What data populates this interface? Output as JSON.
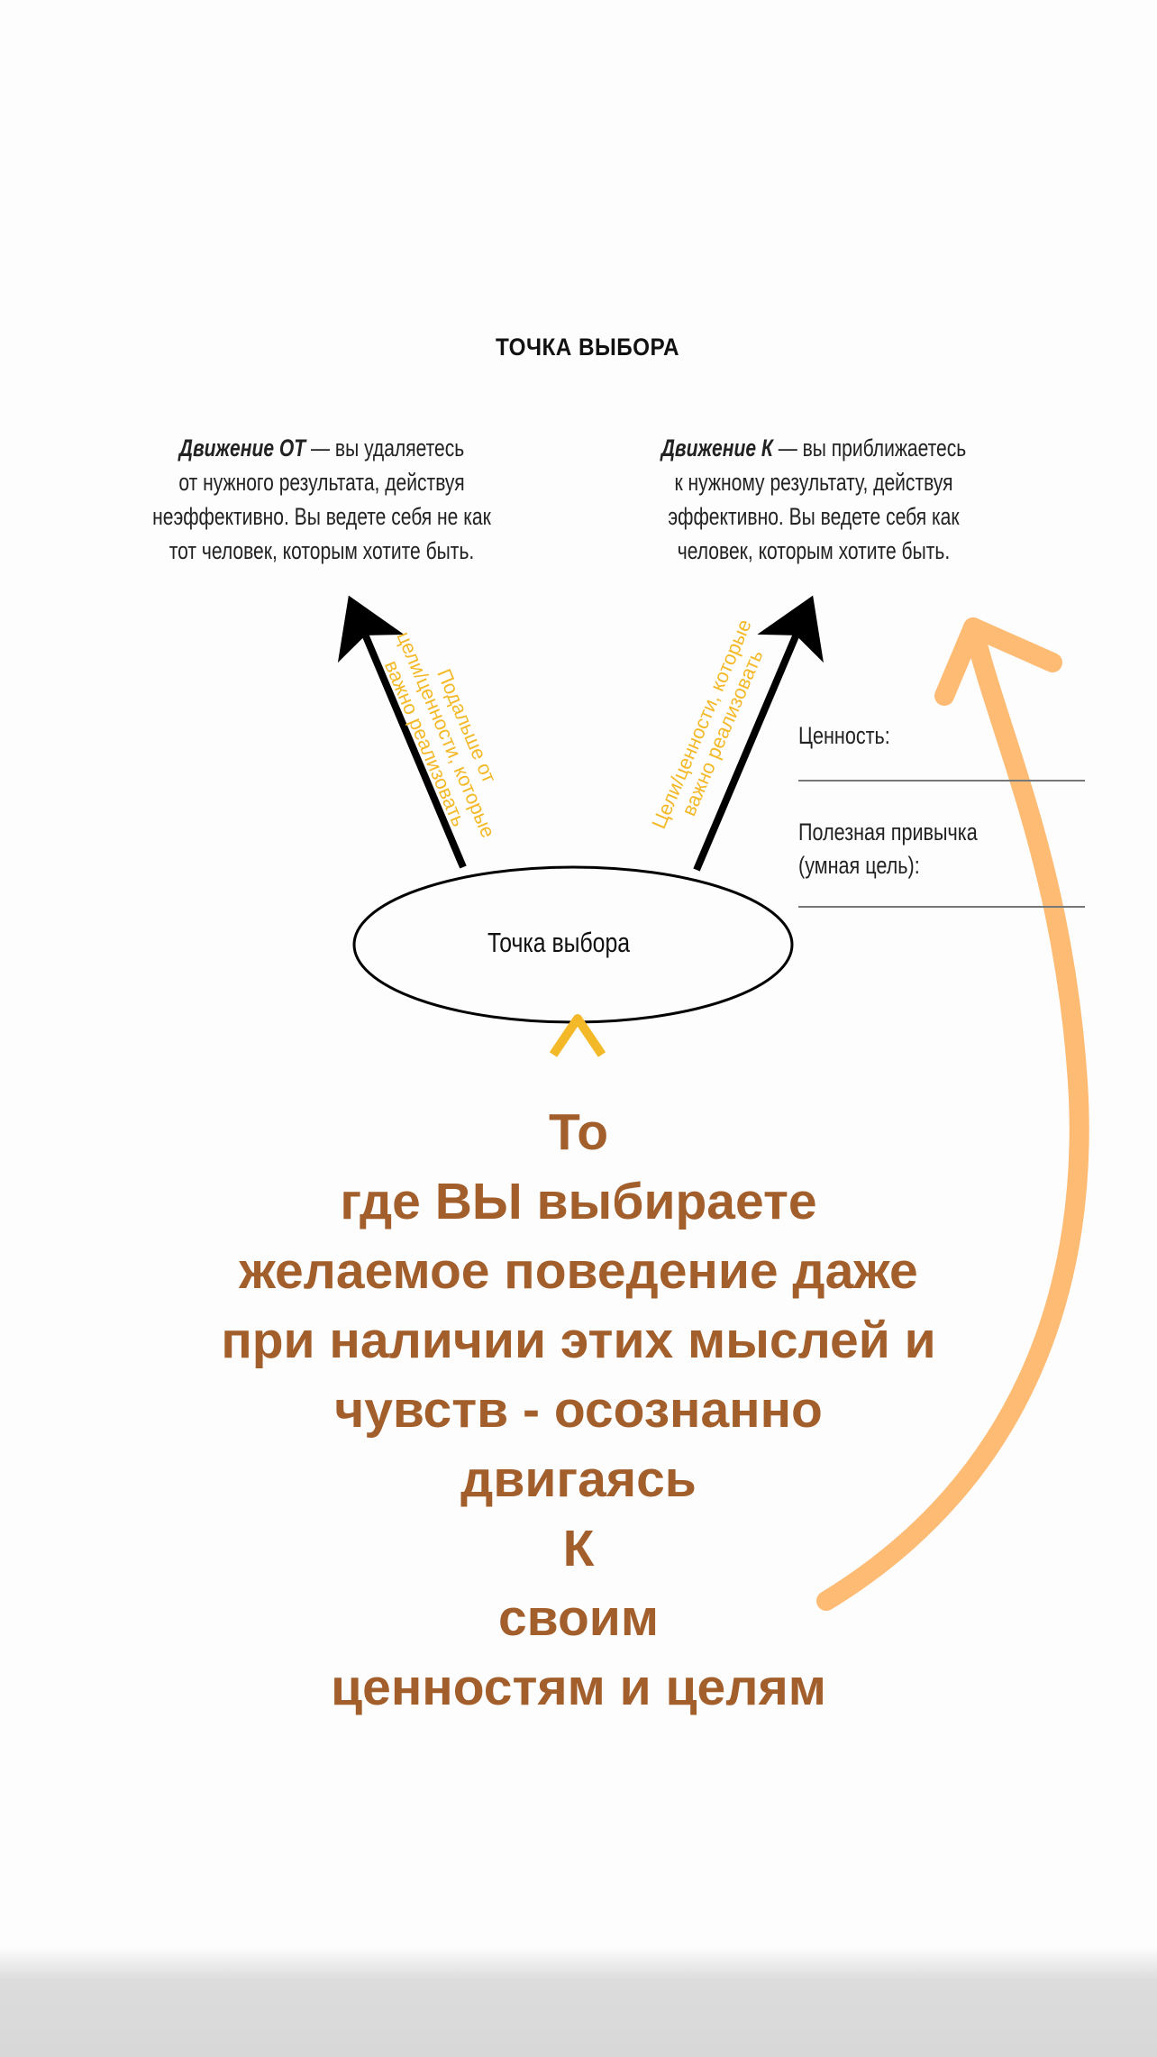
{
  "diagram": {
    "title": "ТОЧКА ВЫБОРА",
    "left_box": {
      "heading": "Движение ОТ",
      "text_lines": [
        "— вы удаляетесь",
        "от нужного результата, действуя",
        "неэффективно. Вы ведете себя не как",
        "тот человек, которым хотите быть."
      ]
    },
    "right_box": {
      "heading": "Движение К",
      "text_lines": [
        "— вы приближаетесь",
        "к нужному результату, действуя",
        "эффективно. Вы ведете себя как",
        "человек, которым хотите быть."
      ]
    },
    "center_label": "Точка выбора",
    "value_label": "Ценность:",
    "habit_label_1": "Полезная привычка",
    "habit_label_2": "(умная цель):",
    "left_arrow_note": [
      "Подальше от",
      "цели/ценности, которые",
      "важно реализовать"
    ],
    "right_arrow_note": [
      "Цели/ценности, которые",
      "важно реализовать"
    ]
  },
  "caption_lines": [
    "То",
    "где ВЫ выбираете",
    "желаемое поведение даже",
    "при наличии этих мыслей и",
    "чувств - осознанно",
    "двигаясь",
    "К",
    "своим",
    "ценностям и целям"
  ],
  "colors": {
    "caption": "#a25e2b",
    "annotation": "#f3b928",
    "hand_arrow": "#fdbb74"
  }
}
